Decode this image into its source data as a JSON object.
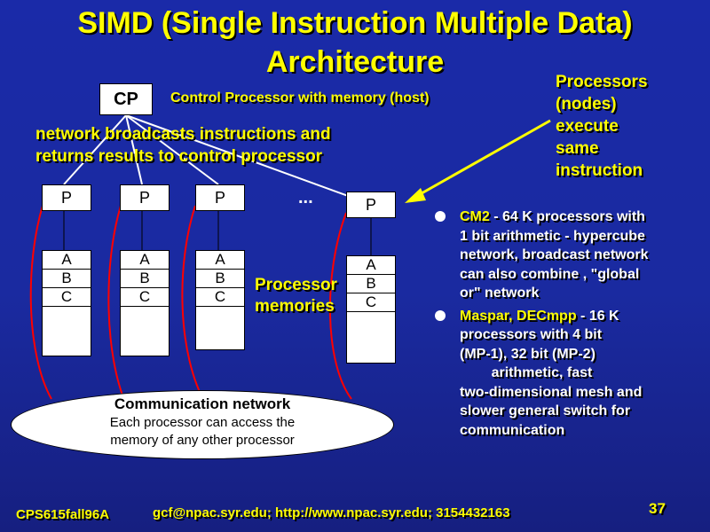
{
  "slide": {
    "title_line1": "SIMD (Single Instruction Multiple Data)",
    "title_line2": "Architecture",
    "cp_label": "CP",
    "cp_description": "Control Processor with memory (host)",
    "network_caption_line1": "network broadcasts instructions and",
    "network_caption_line2": "returns results to control processor",
    "callout": [
      "Processors",
      "(nodes)",
      "execute",
      "same",
      "instruction"
    ],
    "processor_label": "P",
    "ellipsis": "...",
    "memory_rows": [
      "A",
      "B",
      "C"
    ],
    "memories_label_line1": "Processor",
    "memories_label_line2": "memories",
    "comm_network_title": "Communication network",
    "comm_network_line1": "Each processor can access the",
    "comm_network_line2": "memory of any other processor",
    "bullets": [
      {
        "highlight": "CM2",
        "lines": [
          " - 64 K processors with",
          "1 bit arithmetic - hypercube",
          "network, broadcast network",
          "can also combine , \"global",
          "or\"  network"
        ]
      },
      {
        "highlight": "Maspar, DECmpp",
        "lines": [
          " - 16 K",
          "processors with 4 bit",
          "(MP-1), 32 bit (MP-2)",
          "        arithmetic, fast",
          "two-dimensional mesh and",
          "slower general switch for",
          "communication"
        ]
      }
    ],
    "footer_left": "CPS615fall96A",
    "footer_center": "gcf@npac.syr.edu; http://www.npac.syr.edu; 3154432163",
    "page_number": "37"
  },
  "colors": {
    "background": "#1a2aa8",
    "title": "#ffff00",
    "arrow": "#ffff00",
    "red_bracket": "#ff0000"
  }
}
